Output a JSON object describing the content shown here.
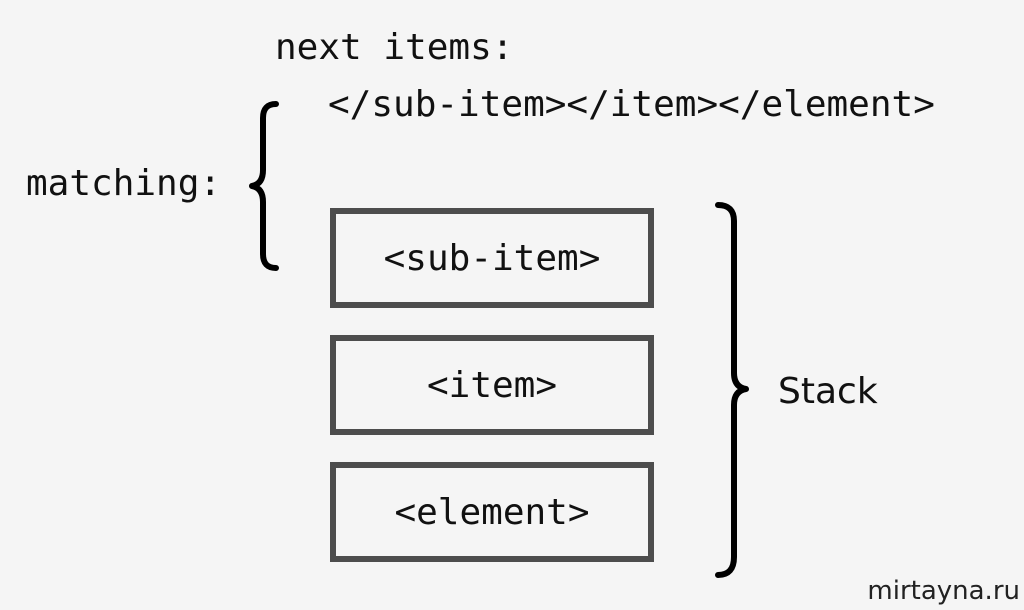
{
  "next_items": {
    "label": "next items:",
    "closing_tags": "</sub-item></item></element>"
  },
  "matching": {
    "label": "matching:"
  },
  "stack": {
    "label": "Stack",
    "items": [
      "<sub-item>",
      "<item>",
      "<element>"
    ]
  },
  "watermark": "mirtayna.ru"
}
